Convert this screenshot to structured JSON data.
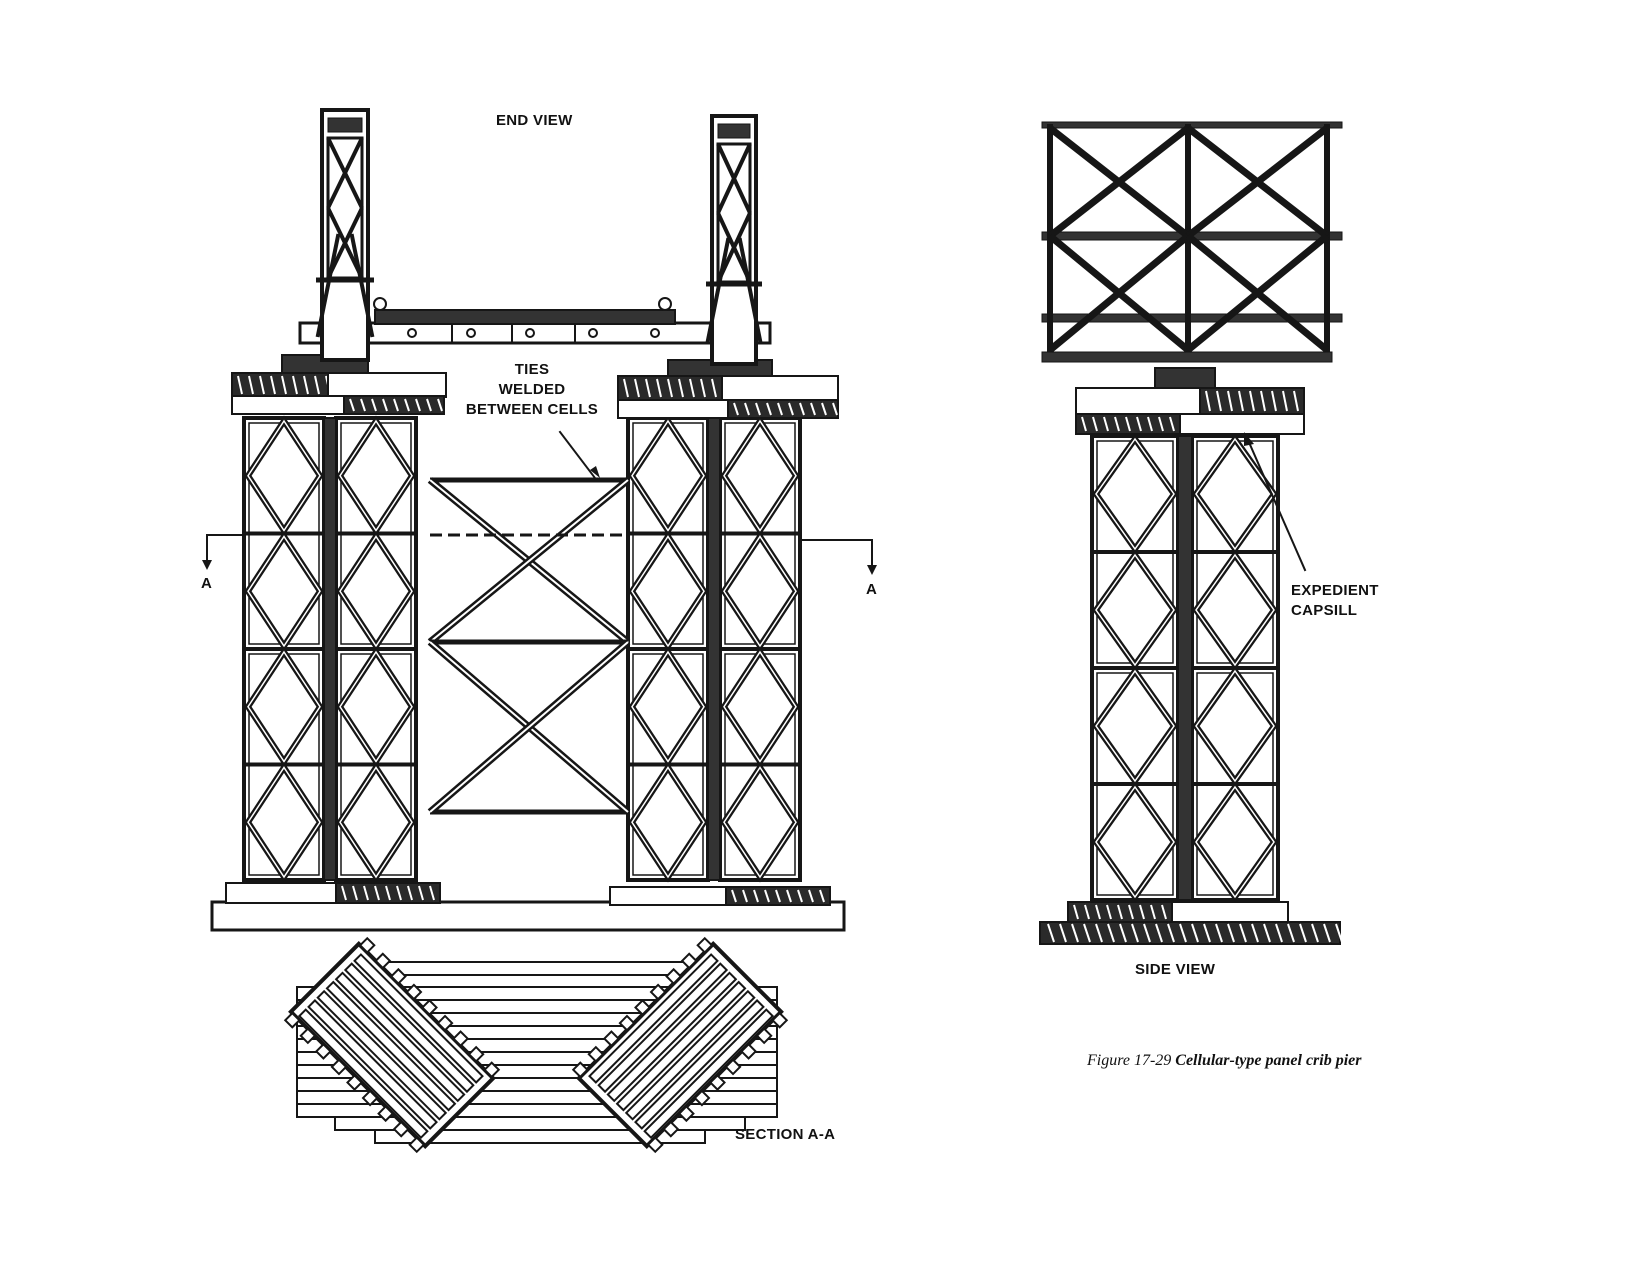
{
  "labels": {
    "end_view": "END VIEW",
    "ties_line1": "TIES",
    "ties_line2": "WELDED",
    "ties_line3": "BETWEEN CELLS",
    "section_mark_left": "A",
    "section_mark_right": "A",
    "expedient_line1": "EXPEDIENT",
    "expedient_line2": "CAPSILL",
    "side_view": "SIDE VIEW",
    "section_aa": "SECTION A-A"
  },
  "caption": {
    "number": "Figure 17-29",
    "title": "Cellular-type panel crib pier"
  }
}
